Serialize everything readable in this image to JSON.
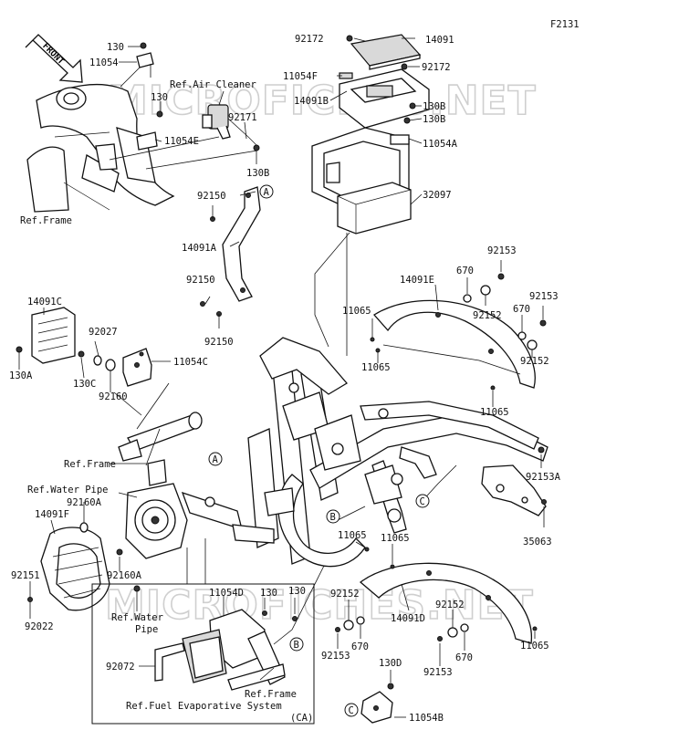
{
  "diagram": {
    "code": "F2131",
    "front_label": "FRONT",
    "watermark_text": "MICROFICHES.NET",
    "inset_tag": "(CA)",
    "callouts": [
      "A",
      "B",
      "C"
    ],
    "labels": {
      "p130_top": "130",
      "p11054_top": "11054",
      "ref_air_cleaner": "Ref.Air Cleaner",
      "p130_mid": "130",
      "p92171": "92171",
      "p11054E": "11054E",
      "p130B_left": "130B",
      "ref_frame_top": "Ref.Frame",
      "p92172_a": "92172",
      "p14091": "14091",
      "p11054F": "11054F",
      "p92172_b": "92172",
      "p14091B": "14091B",
      "p130B_r1": "130B",
      "p130B_r2": "130B",
      "p11054A": "11054A",
      "p32097": "32097",
      "p92150_a": "92150",
      "p14091A": "14091A",
      "p92150_b": "92150",
      "p92150_c": "92150",
      "p14091C": "14091C",
      "p92027": "92027",
      "p130A": "130A",
      "p130C": "130C",
      "p92160": "92160",
      "p11054C": "11054C",
      "p92153_a": "92153",
      "p14091E": "14091E",
      "p670_a": "670",
      "p92152_a": "92152",
      "p92153_b": "92153",
      "p670_b": "670",
      "p92152_b": "92152",
      "p11065_a": "11065",
      "p11065_b": "11065",
      "p11065_c": "11065",
      "ref_frame_mid": "Ref.Frame",
      "ref_water_pipe_top": "Ref.Water Pipe",
      "p92160A_a": "92160A",
      "p14091F": "14091F",
      "p92160A_b": "92160A",
      "p92151": "92151",
      "p92022": "92022",
      "ref_water": "Ref.Water",
      "pipe": "Pipe",
      "p92153A": "92153A",
      "p35063": "35063",
      "p11065_d": "11065",
      "p11065_e": "11065",
      "p92152_c": "92152",
      "p92153_c": "92153",
      "p670_c": "670",
      "p14091D": "14091D",
      "p92152_d": "92152",
      "p670_d": "670",
      "p92153_d": "92153",
      "p11065_f": "11065",
      "p11054D": "11054D",
      "p130_i1": "130",
      "p130_i2": "130",
      "p92072": "92072",
      "ref_frame_inset": "Ref.Frame",
      "ref_fuel_evap": "Ref.Fuel Evaporative System",
      "p130D": "130D",
      "p11054B": "11054B"
    }
  }
}
